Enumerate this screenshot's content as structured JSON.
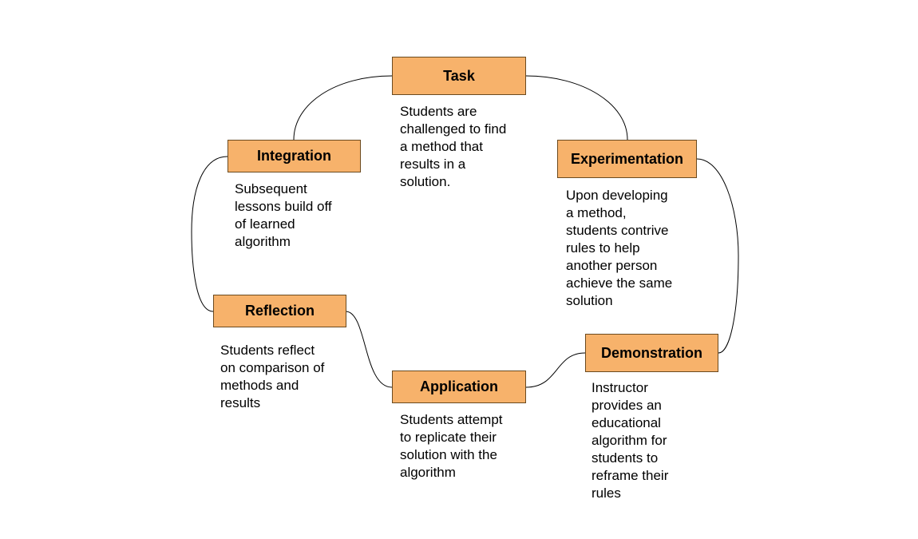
{
  "colors": {
    "node_fill": "#f7b26b",
    "node_border": "#6b4a1f",
    "connector": "#000000",
    "text": "#000000"
  },
  "stages": [
    {
      "id": "task",
      "label": "Task",
      "description": [
        "Students are",
        "challenged to find",
        "a method that",
        "results in a",
        "solution."
      ]
    },
    {
      "id": "experimentation",
      "label": "Experimentation",
      "description": [
        "Upon developing",
        "a method,",
        "students contrive",
        "rules to help",
        "another person",
        "achieve the same",
        "solution"
      ]
    },
    {
      "id": "demonstration",
      "label": "Demonstration",
      "description": [
        "Instructor",
        "provides an",
        "educational",
        "algorithm for",
        "students to",
        "reframe their",
        "rules"
      ]
    },
    {
      "id": "application",
      "label": "Application",
      "description": [
        "Students attempt",
        "to replicate their",
        "solution with the",
        "algorithm"
      ]
    },
    {
      "id": "reflection",
      "label": "Reflection",
      "description": [
        "Students reflect",
        "on comparison of",
        "methods and",
        "results"
      ]
    },
    {
      "id": "integration",
      "label": "Integration",
      "description": [
        "Subsequent",
        "lessons build off",
        "of learned",
        "algorithm"
      ]
    }
  ]
}
